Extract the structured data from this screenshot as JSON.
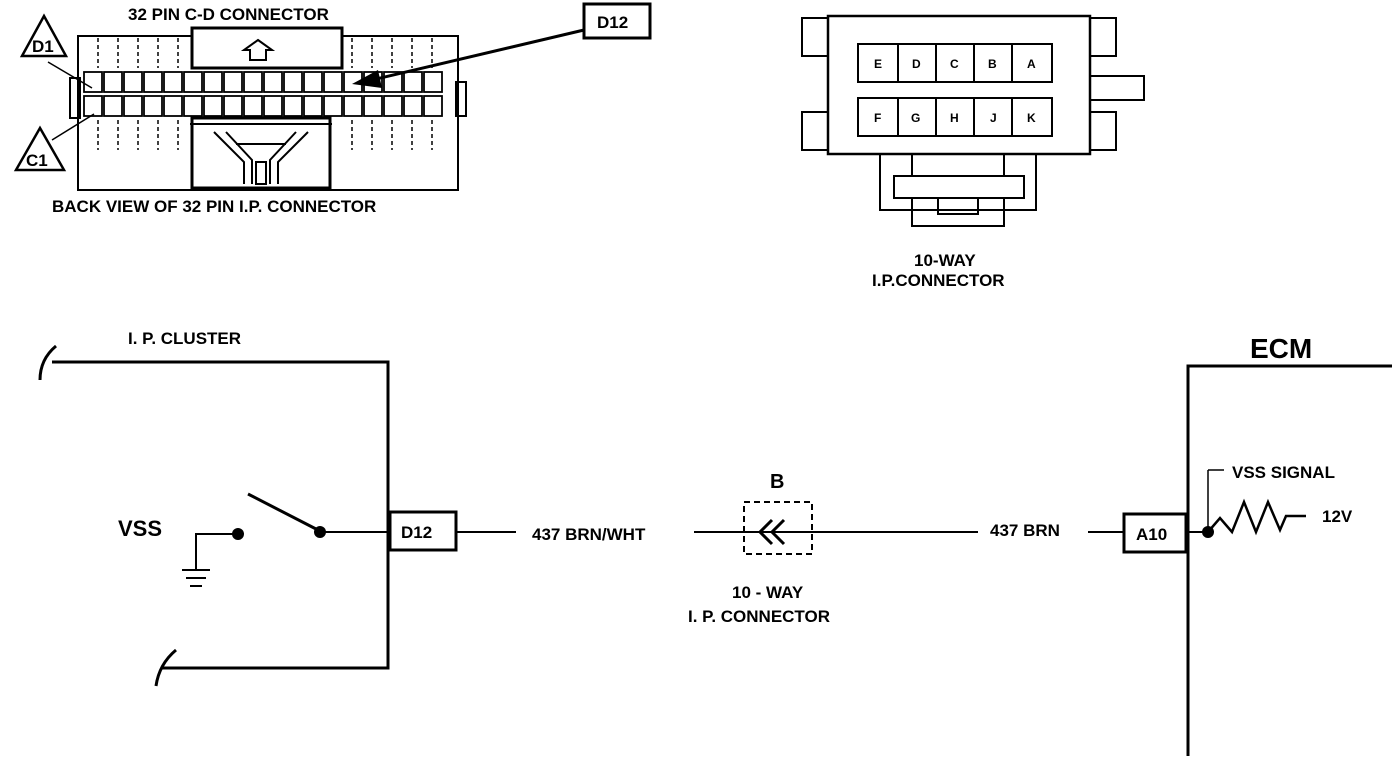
{
  "top_left": {
    "title": "32 PIN C-D CONNECTOR",
    "caption": "BACK VIEW OF 32 PIN I.P. CONNECTOR",
    "callout_d1": "D1",
    "callout_c1": "C1",
    "callout_d12": "D12"
  },
  "top_right": {
    "pins_top": [
      "E",
      "D",
      "C",
      "B",
      "A"
    ],
    "pins_bottom": [
      "F",
      "G",
      "H",
      "J",
      "K"
    ],
    "caption_line1": "10-WAY",
    "caption_line2": "I.P.CONNECTOR"
  },
  "schematic": {
    "cluster_label": "I. P. CLUSTER",
    "vss_label": "VSS",
    "d12_label": "D12",
    "wire_left": "437 BRN/WHT",
    "connector_pin": "B",
    "connector_line1": "10 - WAY",
    "connector_line2": "I. P. CONNECTOR",
    "wire_right": "437 BRN",
    "a10_label": "A10",
    "ecm_label": "ECM",
    "vss_signal": "VSS SIGNAL",
    "voltage": "12V"
  }
}
